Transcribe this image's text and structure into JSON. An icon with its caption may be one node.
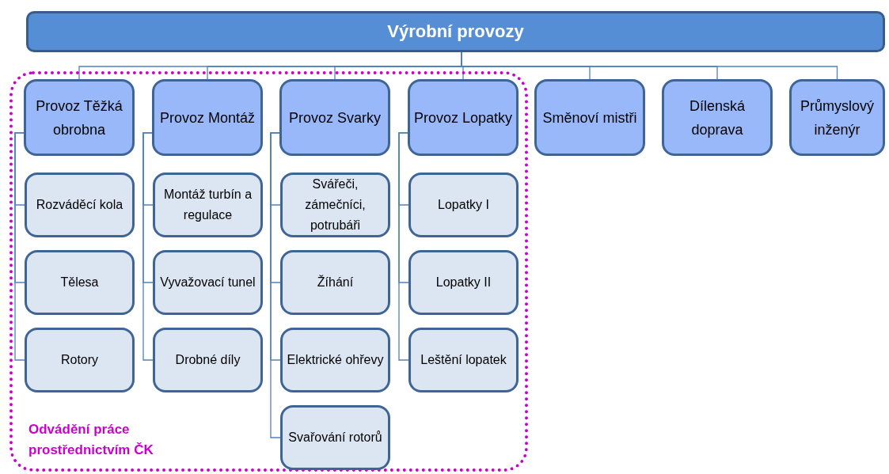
{
  "diagram": {
    "nodes": [
      {
        "text": [
          "Výrobní provozy"
        ]
      },
      {
        "text": [
          "Odvádění práce prostřednictvím ČK"
        ]
      },
      {
        "text": [
          "Provoz Těžká obrobna"
        ],
        "in": 1
      },
      {
        "text": [
          "Provoz Montáž"
        ],
        "in": 1
      },
      {
        "text": [
          "Provoz Svarky"
        ],
        "in": 1
      },
      {
        "text": [
          "Provoz Lopatky"
        ],
        "in": 1
      },
      {
        "text": [
          "Směnoví mistři"
        ]
      },
      {
        "text": [
          "Dílenská doprava"
        ]
      },
      {
        "text": [
          "Průmyslový inženýr"
        ]
      },
      {
        "text": [
          "Rozváděcí kola"
        ],
        "in": 1
      },
      {
        "text": [
          "Tělesa"
        ],
        "in": 1
      },
      {
        "text": [
          "Rotory"
        ],
        "in": 1
      },
      {
        "text": [
          "Montáž turbín a regulace"
        ],
        "in": 1
      },
      {
        "text": [
          "Vyvažovací tunel"
        ],
        "in": 1
      },
      {
        "text": [
          "Drobné díly"
        ],
        "in": 1
      },
      {
        "text": [
          "Svářeči, zámečníci, potrubáři"
        ],
        "in": 1
      },
      {
        "text": [
          "Žíhání"
        ],
        "in": 1
      },
      {
        "text": [
          "Elektrické ohřevy"
        ],
        "in": 1
      },
      {
        "text": [
          "Svařování rotorů"
        ],
        "in": 1
      },
      {
        "text": [
          "Lopatky I"
        ],
        "in": 1
      },
      {
        "text": [
          "Lopatky II"
        ],
        "in": 1
      },
      {
        "text": [
          "Leštění lopatek"
        ],
        "in": 1
      }
    ],
    "edges": [
      {
        "from": 0,
        "to": 2,
        "arrow": "none"
      },
      {
        "from": 0,
        "to": 3,
        "arrow": "none"
      },
      {
        "from": 0,
        "to": 4,
        "arrow": "none"
      },
      {
        "from": 0,
        "to": 5,
        "arrow": "none"
      },
      {
        "from": 0,
        "to": 6,
        "arrow": "none"
      },
      {
        "from": 0,
        "to": 7,
        "arrow": "none"
      },
      {
        "from": 0,
        "to": 8,
        "arrow": "none"
      },
      {
        "from": 2,
        "to": 9,
        "arrow": "none"
      },
      {
        "from": 2,
        "to": 10,
        "arrow": "none"
      },
      {
        "from": 2,
        "to": 11,
        "arrow": "none"
      },
      {
        "from": 3,
        "to": 12,
        "arrow": "none"
      },
      {
        "from": 3,
        "to": 13,
        "arrow": "none"
      },
      {
        "from": 3,
        "to": 14,
        "arrow": "none"
      },
      {
        "from": 4,
        "to": 15,
        "arrow": "none"
      },
      {
        "from": 4,
        "to": 16,
        "arrow": "none"
      },
      {
        "from": 4,
        "to": 17,
        "arrow": "none"
      },
      {
        "from": 4,
        "to": 18,
        "arrow": "none"
      },
      {
        "from": 5,
        "to": 19,
        "arrow": "none"
      },
      {
        "from": 5,
        "to": 20,
        "arrow": "none"
      },
      {
        "from": 5,
        "to": 21,
        "arrow": "none"
      }
    ]
  }
}
